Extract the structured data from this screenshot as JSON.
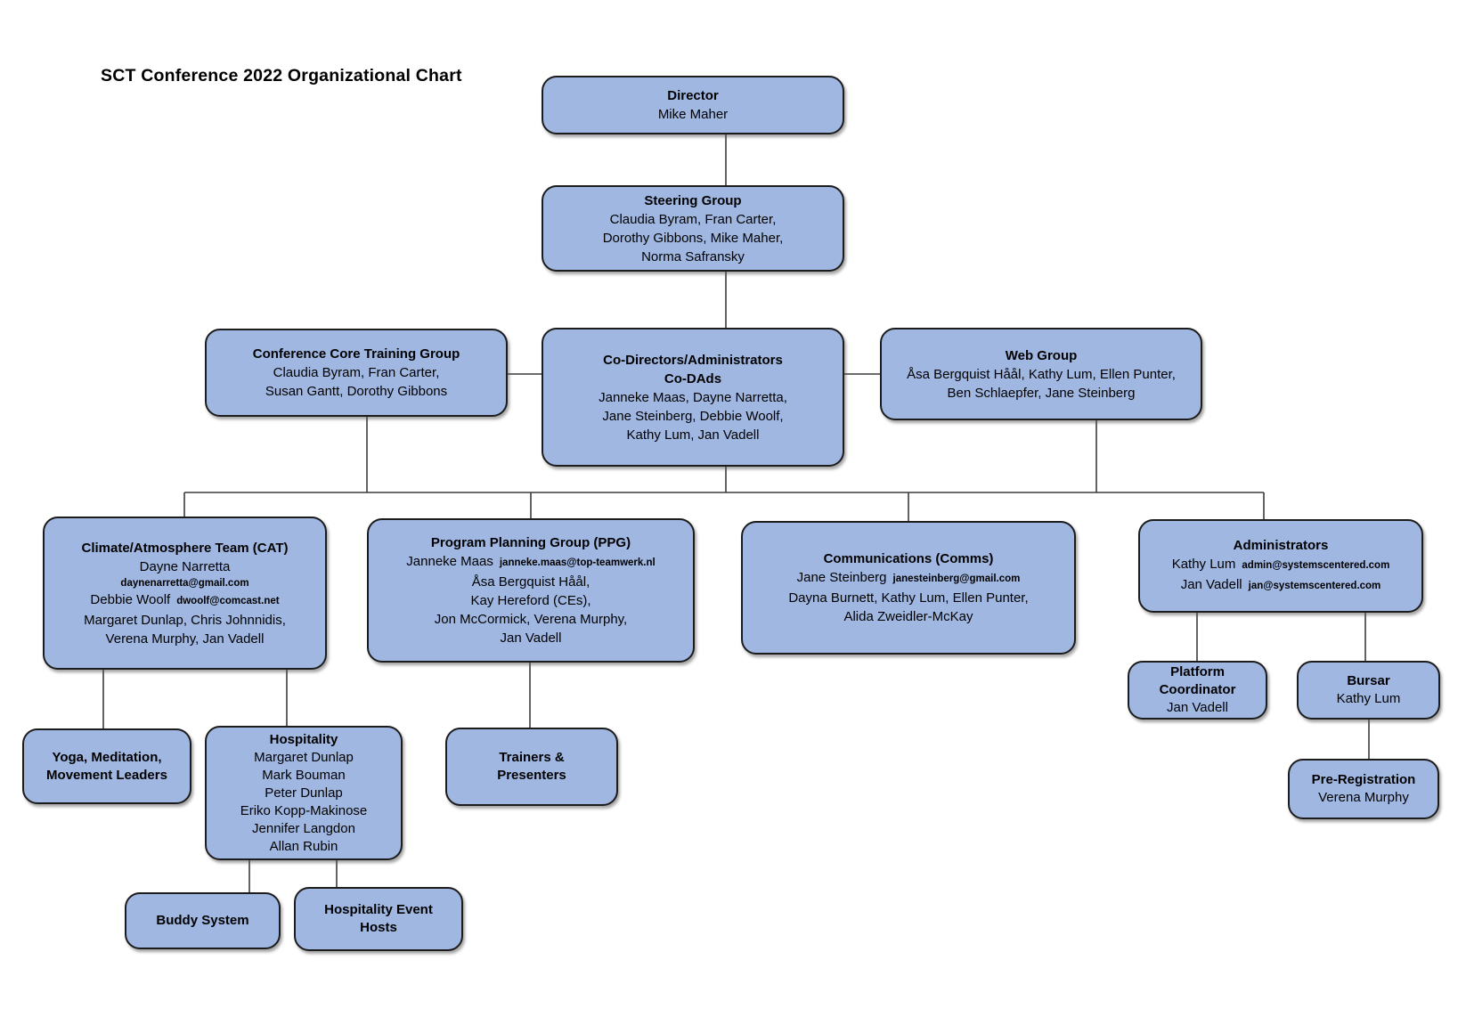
{
  "page_title": "SCT Conference 2022 Organizational Chart",
  "palette": {
    "box_fill": "#a0b7e2",
    "box_border": "#1c1c1c",
    "line_color": "#3c3c3c",
    "text_color": "#000000"
  },
  "nodes": {
    "director": {
      "title": "Director",
      "member": "Mike Maher"
    },
    "steering": {
      "title": "Steering Group",
      "members": [
        "Claudia Byram, Fran Carter,",
        "Dorothy Gibbons, Mike Maher,",
        "Norma Safransky"
      ]
    },
    "core_training": {
      "title": "Conference Core Training Group",
      "members": [
        "Claudia Byram, Fran Carter,",
        "Susan Gantt, Dorothy Gibbons"
      ]
    },
    "co_dads": {
      "title": "Co-Directors/Administrators",
      "subtitle": "Co-DAds",
      "members": [
        "Janneke Maas, Dayne Narretta,",
        "Jane Steinberg, Debbie Woolf,",
        "Kathy Lum, Jan Vadell"
      ]
    },
    "web_group": {
      "title": "Web Group",
      "members": [
        "Åsa Bergquist Håål, Kathy Lum, Ellen Punter,",
        "Ben Schlaepfer, Jane Steinberg"
      ]
    },
    "cat": {
      "title": "Climate/Atmosphere Team (CAT)",
      "lead1": "Dayne Narretta",
      "lead1_email": "daynenarretta@gmail.com",
      "lead2": "Debbie Woolf",
      "lead2_email": "dwoolf@comcast.net",
      "members": [
        "Margaret Dunlap, Chris Johnnidis,",
        "Verena Murphy, Jan Vadell"
      ]
    },
    "ppg": {
      "title": "Program Planning Group (PPG)",
      "lead": "Janneke Maas",
      "lead_email": "janneke.maas@top-teamwerk.nl",
      "members": [
        "Åsa Bergquist Håål,",
        "Kay Hereford (CEs),",
        "Jon McCormick, Verena Murphy,",
        "Jan Vadell"
      ]
    },
    "comms": {
      "title": "Communications (Comms)",
      "lead": "Jane Steinberg",
      "lead_email": "janesteinberg@gmail.com",
      "members": [
        "Dayna Burnett, Kathy Lum, Ellen Punter,",
        "Alida Zweidler-McKay"
      ]
    },
    "administrators": {
      "title": "Administrators",
      "lead1": "Kathy Lum",
      "lead1_email": "admin@systemscentered.com",
      "lead2": "Jan Vadell",
      "lead2_email": "jan@systemscentered.com"
    },
    "yoga": {
      "title_line1": "Yoga, Meditation,",
      "title_line2": "Movement Leaders"
    },
    "hospitality": {
      "title": "Hospitality",
      "members": [
        "Margaret Dunlap",
        "Mark Bouman",
        "Peter Dunlap",
        "Eriko Kopp-Makinose",
        "Jennifer Langdon",
        "Allan Rubin"
      ]
    },
    "trainers": {
      "title_line1": "Trainers &",
      "title_line2": "Presenters"
    },
    "platform": {
      "title_line1": "Platform",
      "title_line2": "Coordinator",
      "member": "Jan Vadell"
    },
    "bursar": {
      "title": "Bursar",
      "member": "Kathy Lum"
    },
    "prereg": {
      "title": "Pre-Registration",
      "member": "Verena Murphy"
    },
    "buddy": {
      "title": "Buddy System"
    },
    "hosts": {
      "title_line1": "Hospitality Event",
      "title_line2": "Hosts"
    }
  },
  "edges": [
    {
      "from": "director",
      "to": "steering"
    },
    {
      "from": "steering",
      "to": "co_dads"
    },
    {
      "from": "core_training",
      "to": "co_dads"
    },
    {
      "from": "co_dads",
      "to": "web_group"
    },
    {
      "from": "co_dads",
      "to": "cat"
    },
    {
      "from": "co_dads",
      "to": "ppg"
    },
    {
      "from": "co_dads",
      "to": "comms"
    },
    {
      "from": "co_dads",
      "to": "administrators"
    },
    {
      "from": "cat",
      "to": "yoga"
    },
    {
      "from": "cat",
      "to": "hospitality"
    },
    {
      "from": "ppg",
      "to": "trainers"
    },
    {
      "from": "administrators",
      "to": "platform"
    },
    {
      "from": "administrators",
      "to": "bursar"
    },
    {
      "from": "bursar",
      "to": "prereg"
    },
    {
      "from": "hospitality",
      "to": "buddy"
    },
    {
      "from": "hospitality",
      "to": "hosts"
    }
  ]
}
